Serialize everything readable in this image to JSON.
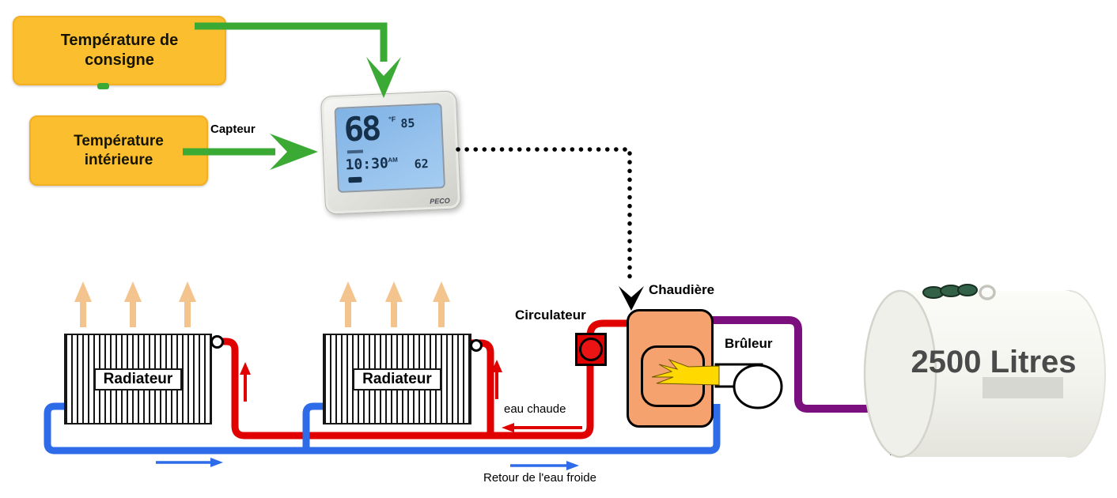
{
  "control": {
    "setpoint_label": "Température de consigne",
    "indoor_label": "Température intérieure",
    "sensor_label": "Capteur"
  },
  "thermostat": {
    "brand": "PECO",
    "display": {
      "temp_main": "68",
      "unit": "°F",
      "temp_high": "85",
      "time": "10:30",
      "meridiem": "AM",
      "temp_low": "62"
    }
  },
  "heating": {
    "boiler_label": "Chaudière",
    "circulator_label": "Circulateur",
    "burner_label": "Brûleur",
    "radiator_label": "Radiateur",
    "hot_water_label": "eau chaude",
    "cold_return_label": "Retour de l'eau froide"
  },
  "fuel_tank": {
    "capacity_label": "2500 Litres"
  },
  "colors": {
    "box_yellow": "#FBBE2F",
    "signal_green": "#3BAA35",
    "hot_red": "#E00000",
    "cold_blue": "#2E6BE8",
    "fuel_purple": "#7B0F7D",
    "boiler_orange": "#F5A26F",
    "flame_yellow": "#FFD900",
    "heat_orange": "#F4C48E",
    "lcd_blue": "#7FB2E5",
    "tank_text_gray": "#4A4A4A"
  }
}
